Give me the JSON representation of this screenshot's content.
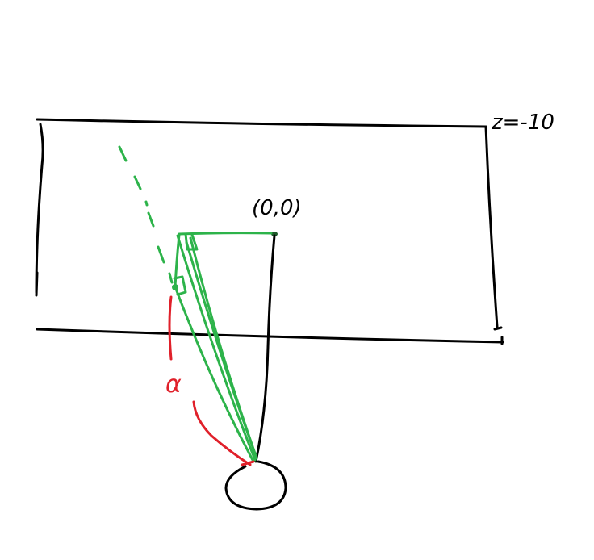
{
  "labels": {
    "plane_label": "z=-10",
    "origin_label": "(0,0)",
    "angle_label": "α"
  },
  "colors": {
    "ink": "#000000",
    "green": "#2db34a",
    "red": "#e0202a",
    "background": "#ffffff"
  }
}
